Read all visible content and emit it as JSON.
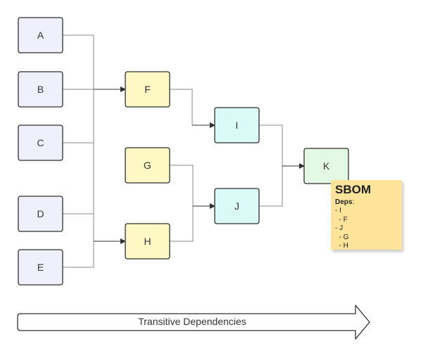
{
  "nodes": {
    "a": "A",
    "b": "B",
    "c": "C",
    "d": "D",
    "e": "E",
    "f": "F",
    "g": "G",
    "h": "H",
    "i": "I",
    "j": "J",
    "k": "K"
  },
  "colors": {
    "leaf_fill": "#f0f0fd",
    "mid_fill": "#fdf8c4",
    "upper_fill": "#dafaf7",
    "root_fill": "#e3f9e3",
    "note_fill": "#fde49a",
    "stroke": "#2f2f2f",
    "connector": "#8a8a8a"
  },
  "sbom_note": {
    "title": "SBOM",
    "deps_label": "Deps",
    "deps_colon": ":",
    "lines": [
      "- I",
      "  - F",
      "- J",
      "  - G",
      "  - H"
    ]
  },
  "arrow_banner": {
    "label": "Transitive Dependencies"
  }
}
